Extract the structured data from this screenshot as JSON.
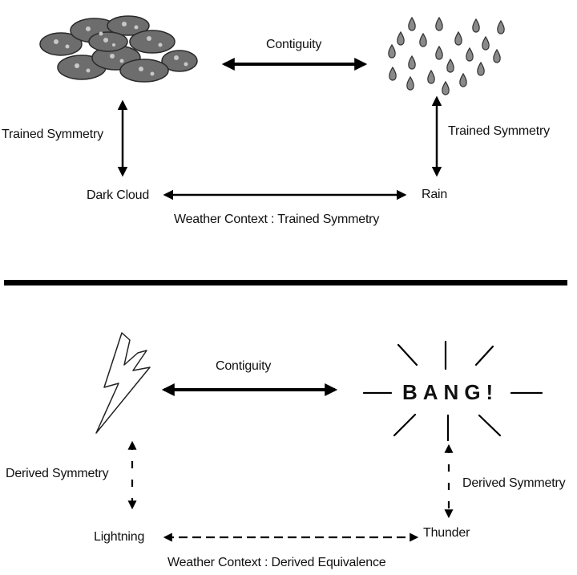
{
  "top_panel": {
    "contiguity_label": "Contiguity",
    "left_symmetry_label": "Trained Symmetry",
    "right_symmetry_label": "Trained Symmetry",
    "left_word": "Dark Cloud",
    "right_word": "Rain",
    "context_label": "Weather Context : Trained Symmetry"
  },
  "bottom_panel": {
    "contiguity_label": "Contiguity",
    "bang_text": "BANG!",
    "left_symmetry_label": "Derived Symmetry",
    "right_symmetry_label": "Derived Symmetry",
    "left_word": "Lightning",
    "right_word": "Thunder",
    "context_label": "Weather Context : Derived Equivalence"
  },
  "icons": [
    "storm-cloud-icon",
    "raindrops-icon",
    "lightning-bolt-icon"
  ]
}
